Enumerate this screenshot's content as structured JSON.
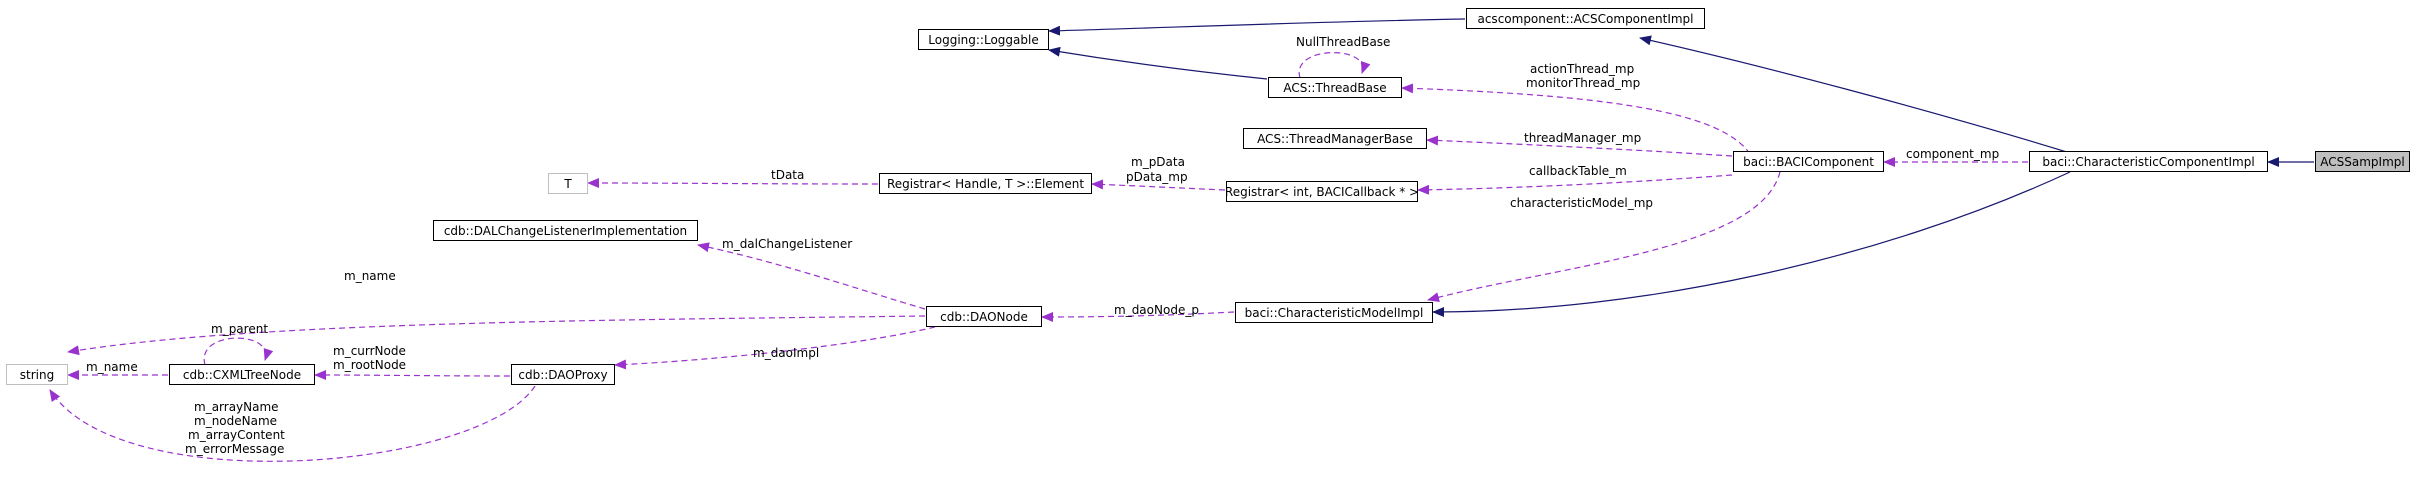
{
  "colors": {
    "inherit_edge": "#191970",
    "usage_edge": "#9a32cd",
    "node_border": "#000000",
    "external_border": "#bfbfbf",
    "focus_fill": "#bfbfbf"
  },
  "nodes": {
    "acs_samp_impl": "ACSSampImpl",
    "characteristic_component_impl": "baci::CharacteristicComponentImpl",
    "acs_component_impl": "acscomponent::ACSComponentImpl",
    "logging_loggable": "Logging::Loggable",
    "acs_thread_base": "ACS::ThreadBase",
    "acs_thread_manager_base": "ACS::ThreadManagerBase",
    "baci_component": "baci::BACIComponent",
    "registrar_element": "Registrar< Handle, T >::Element",
    "registrar_bacicallback": "Registrar< int, BACICallback * >",
    "t_param": "T",
    "characteristic_model_impl": "baci::CharacteristicModelImpl",
    "dal_change_listener": "cdb::DALChangeListenerImplementation",
    "dao_node": "cdb::DAONode",
    "string": "string",
    "cxml_tree_node": "cdb::CXMLTreeNode",
    "dao_proxy": "cdb::DAOProxy"
  },
  "edge_labels": {
    "null_thread_base": "NullThreadBase",
    "action_thread": "actionThread_mp",
    "monitor_thread": "monitorThread_mp",
    "thread_manager": "threadManager_mp",
    "component": "component_mp",
    "callback_table": "callbackTable_m",
    "characteristic_model": "characteristicModel_mp",
    "t_data": "tData",
    "m_pdata": "m_pData",
    "pdata_mp": "pData_mp",
    "m_dal_change_listener": "m_dalChangeListener",
    "m_name_top": "m_name",
    "m_dao_node_p": "m_daoNode_p",
    "m_dao_impl": "m_daoImpl",
    "m_parent": "m_parent",
    "m_name_left": "m_name",
    "m_curr_node": "m_currNode",
    "m_root_node": "m_rootNode",
    "m_array_name": "m_arrayName",
    "m_node_name": "m_nodeName",
    "m_array_content": "m_arrayContent",
    "m_error_message": "m_errorMessage"
  }
}
